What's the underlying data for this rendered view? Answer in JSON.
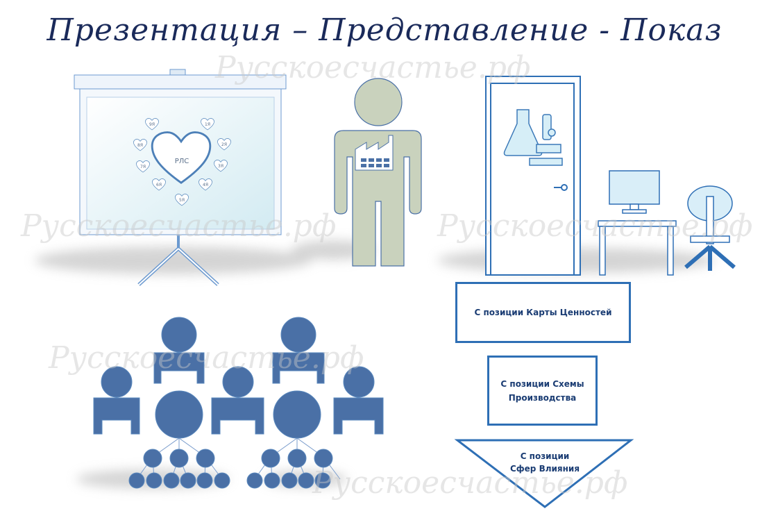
{
  "title": "Презентация – Представление - Показ",
  "screen": {
    "center_label": "РЛС",
    "heart_labels": [
      "1Я",
      "2Я",
      "3Я",
      "4Я",
      "5Я",
      "6Я",
      "7Я",
      "8Я",
      "9Я"
    ]
  },
  "flow": {
    "box1": "С позиции Карты Ценностей",
    "box2_line1": "С позиции Схемы",
    "box2_line2": "Производства",
    "triangle_line1": "С позиции",
    "triangle_line2": "Сфер Влияния"
  },
  "watermark": "Русскоесчастье.рф",
  "colors": {
    "people": "#4a70a6",
    "person": "#c9d2bd",
    "accent": "#2e6fb5"
  }
}
